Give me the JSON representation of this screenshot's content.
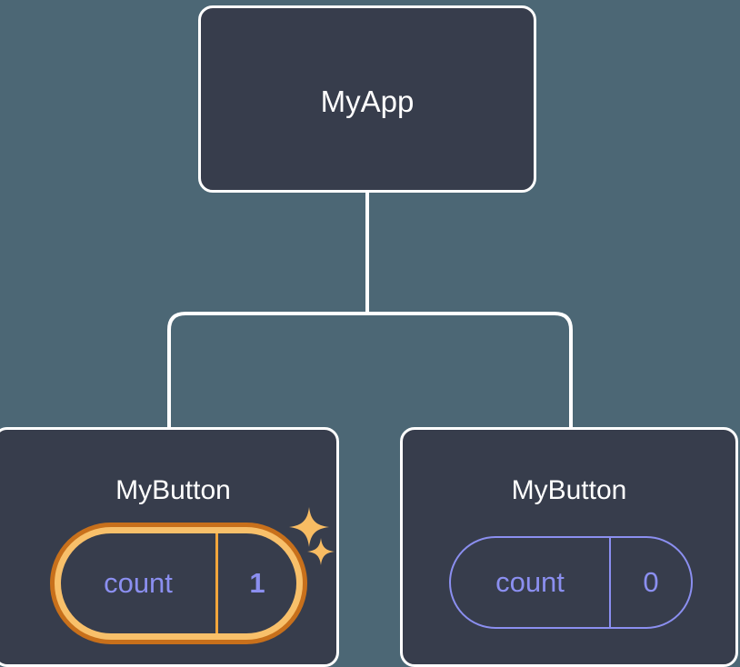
{
  "diagram": {
    "title_root": "MyApp",
    "background_color": "#4c6775",
    "node_fill": "#373d4c",
    "node_border": "#ffffff",
    "accent_highlight": "#f8c06a",
    "accent_highlight_outer": "#c8701b",
    "accent_state": "#8b8ff0"
  },
  "root": {
    "label": "MyApp"
  },
  "children": [
    {
      "label": "MyButton",
      "state": {
        "name": "count",
        "value": "1"
      },
      "highlighted": true,
      "sparkles": [
        "sparkle-large",
        "sparkle-small"
      ]
    },
    {
      "label": "MyButton",
      "state": {
        "name": "count",
        "value": "0"
      },
      "highlighted": false
    }
  ]
}
